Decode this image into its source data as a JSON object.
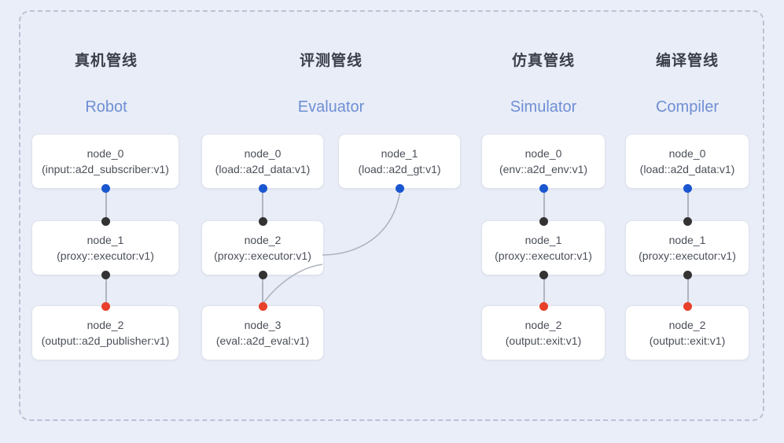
{
  "panel": {
    "border_style": "dashed",
    "border_color": "#b9c2d4",
    "background": "#e9edf7"
  },
  "page": {
    "background": "#eaeef8"
  },
  "colors": {
    "port_source": "#1a56d0",
    "port_proxy": "#333333",
    "port_sink": "#e8402a",
    "edge": "#aeb4c0",
    "title_cn": "#3a3f4b",
    "title_en": "#6f8fd4",
    "node_text": "#4a4f58",
    "node_fill": "#ffffff",
    "node_border": "#dfe3ec"
  },
  "columns": [
    {
      "id": "robot",
      "title_cn": "真机管线",
      "title_en": "Robot",
      "nodes": [
        {
          "id": "robot-node-0",
          "name": "node_0",
          "spec": "(input::a2d_subscriber:v1)"
        },
        {
          "id": "robot-node-1",
          "name": "node_1",
          "spec": "(proxy::executor:v1)"
        },
        {
          "id": "robot-node-2",
          "name": "node_2",
          "spec": "(output::a2d_publisher:v1)"
        }
      ]
    },
    {
      "id": "evaluator",
      "title_cn": "评测管线",
      "title_en": "Evaluator",
      "nodes": [
        {
          "id": "eval-node-0",
          "name": "node_0",
          "spec": "(load::a2d_data:v1)"
        },
        {
          "id": "eval-node-1",
          "name": "node_1",
          "spec": "(load::a2d_gt:v1)"
        },
        {
          "id": "eval-node-2",
          "name": "node_2",
          "spec": "(proxy::executor:v1)"
        },
        {
          "id": "eval-node-3",
          "name": "node_3",
          "spec": "(eval::a2d_eval:v1)"
        }
      ]
    },
    {
      "id": "simulator",
      "title_cn": "仿真管线",
      "title_en": "Simulator",
      "nodes": [
        {
          "id": "sim-node-0",
          "name": "node_0",
          "spec": "(env::a2d_env:v1)"
        },
        {
          "id": "sim-node-1",
          "name": "node_1",
          "spec": "(proxy::executor:v1)"
        },
        {
          "id": "sim-node-2",
          "name": "node_2",
          "spec": "(output::exit:v1)"
        }
      ]
    },
    {
      "id": "compiler",
      "title_cn": "编译管线",
      "title_en": "Compiler",
      "nodes": [
        {
          "id": "comp-node-0",
          "name": "node_0",
          "spec": "(load::a2d_data:v1)"
        },
        {
          "id": "comp-node-1",
          "name": "node_1",
          "spec": "(proxy::executor:v1)"
        },
        {
          "id": "comp-node-2",
          "name": "node_2",
          "spec": "(output::exit:v1)"
        }
      ]
    }
  ]
}
